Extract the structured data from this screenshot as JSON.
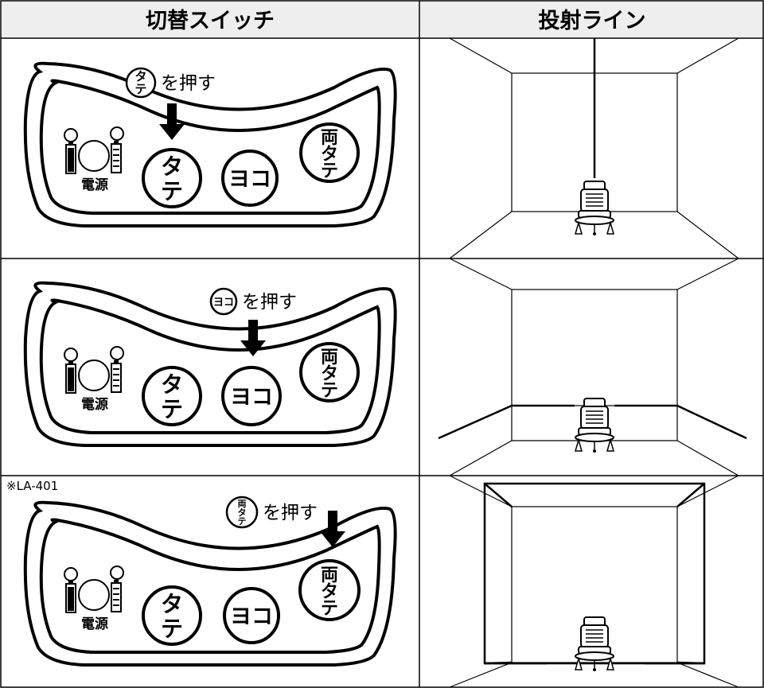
{
  "table": {
    "header_switch": "切替スイッチ",
    "header_line": "投射ライン"
  },
  "buttons": {
    "tate_line1": "タ",
    "tate_line2": "テ",
    "yoko": "ヨコ",
    "ryou_line1": "両",
    "ryou_line2": "タ",
    "ryou_line3": "テ",
    "power": "電源"
  },
  "rows": [
    {
      "press_label": "を押す",
      "selected": "tate",
      "note": ""
    },
    {
      "press_label": "を押す",
      "selected": "yoko",
      "note": ""
    },
    {
      "press_label": "を押す",
      "selected": "ryou",
      "note": "※LA-401"
    }
  ]
}
